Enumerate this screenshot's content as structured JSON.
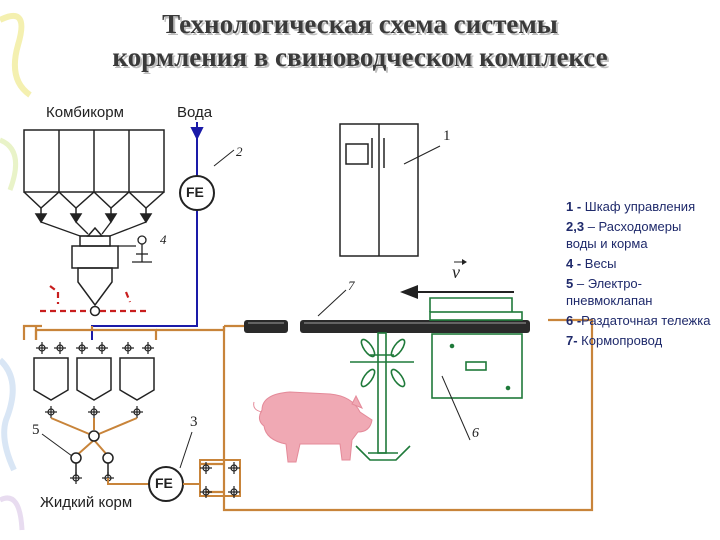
{
  "title": {
    "line1": "Технологическая схема системы",
    "line2": "кормления в свиноводческом комплексе"
  },
  "labels": {
    "feed_top": "Комбикорм",
    "water": "Вода",
    "liquid_feed": "Жидкий корм",
    "flow_meter_top": "FE",
    "flow_meter_bottom": "FE",
    "velocity": "v",
    "n1": "1",
    "n2": "2",
    "n3": "3",
    "n4": "4",
    "n5": "5",
    "n6": "6",
    "n7": "7"
  },
  "legend": [
    {
      "num": "1 -",
      "text": " Шкаф управления"
    },
    {
      "num": "2,3",
      "text": " – Расходомеры воды и корма"
    },
    {
      "num": "4 -",
      "text": " Весы"
    },
    {
      "num": "5",
      "text": " – Электро-пневмоклапан"
    },
    {
      "num": "6 -",
      "text": "Раздаточная тележка"
    },
    {
      "num": "7-",
      "text": "  Кормопровод"
    }
  ],
  "colors": {
    "feed_pipe": "#c8843a",
    "water_pipe": "#1a1aa8",
    "dashed_red": "#c81e1e",
    "equipment_green": "#1f7a3a",
    "pig": "#f0a9b4",
    "legend_text": "#1f2a6b"
  }
}
